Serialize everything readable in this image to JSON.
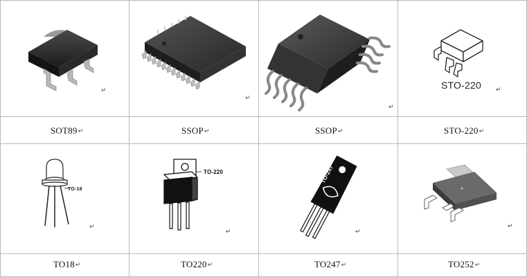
{
  "packages": [
    {
      "label": "SOT89"
    },
    {
      "label": "SSOP"
    },
    {
      "label": "SSOP"
    },
    {
      "label": "STO-220",
      "image_caption": "STO-220"
    },
    {
      "label": "TO18",
      "image_caption": "TO-18"
    },
    {
      "label": "TO220",
      "image_caption": "TO-220"
    },
    {
      "label": "TO247",
      "image_caption": "TO-247"
    },
    {
      "label": "TO252"
    }
  ],
  "paragraph_mark": "↵",
  "icons": {
    "paragraph_mark": "return-arrow-icon"
  }
}
